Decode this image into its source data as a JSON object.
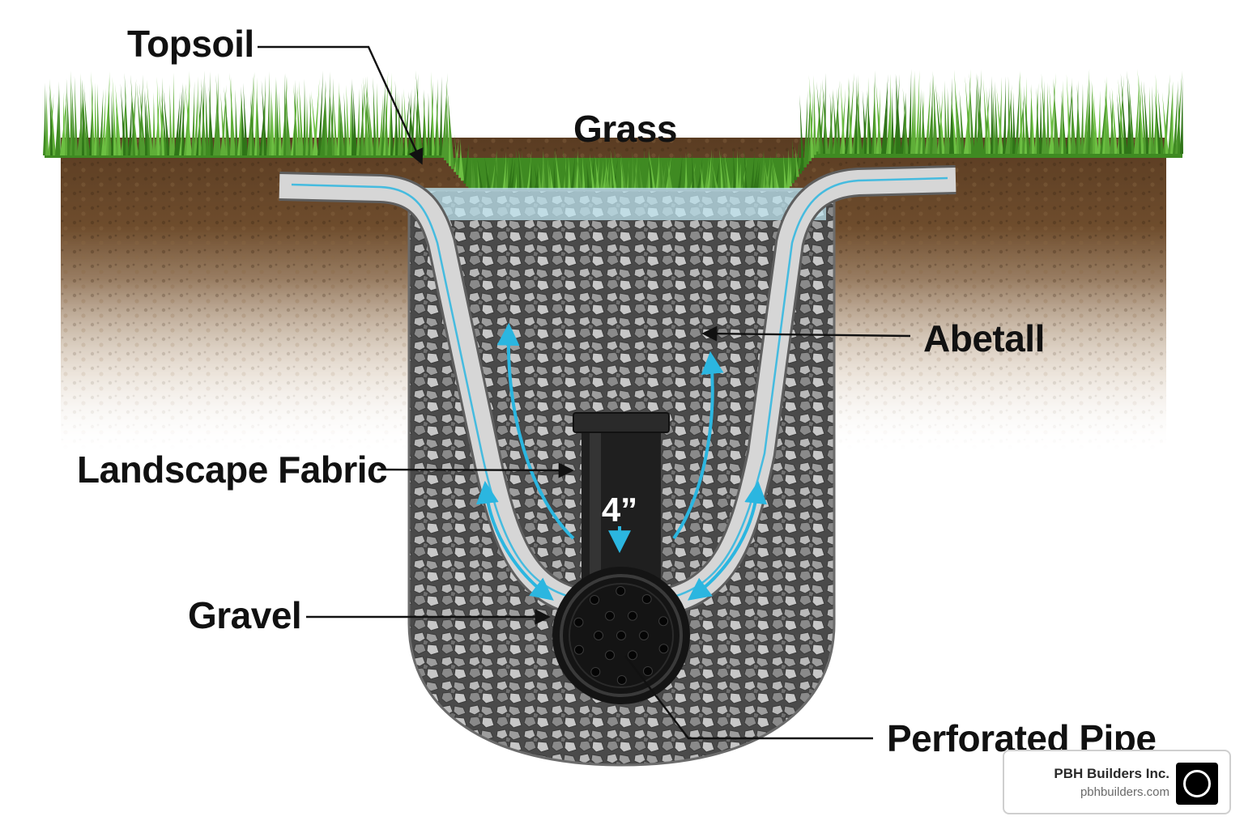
{
  "labels": {
    "topsoil": "Topsoil",
    "grass": "Grass",
    "abetall": "Abetall",
    "landscape_fabric": "Landscape Fabric",
    "gravel": "Gravel",
    "perforated_pipe": "Perforated Pipe",
    "pipe_size": "4”"
  },
  "branding": {
    "company": "PBH Builders Inc.",
    "website": "pbhbuilders.com"
  },
  "colors": {
    "grass": "#4f9a2e",
    "soil": "#6b4a2c",
    "gravel": "#8a8a8a",
    "fabric": "#c8c8c8",
    "water_arrow": "#2bb6e0",
    "pipe": "#1c1c1c"
  },
  "icons": {
    "brand_logo": "circle-logo-icon"
  }
}
